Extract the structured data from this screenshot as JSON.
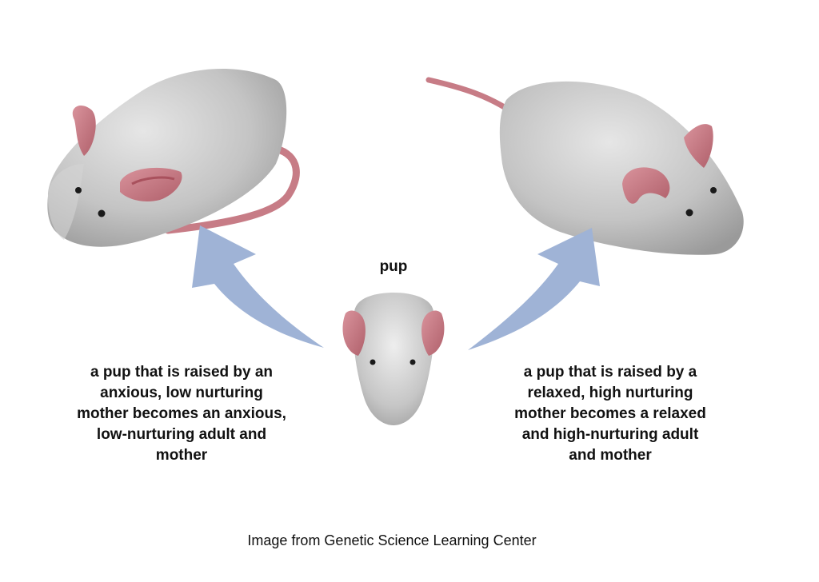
{
  "labels": {
    "pup": "pup",
    "left_caption": "a pup that is raised by an\nanxious, low nurturing\nmother becomes an anxious,\nlow-nurturing adult and\nmother",
    "right_caption": "a pup that is raised by a\nrelaxed, high nurturing\nmother becomes a relaxed\nand high-nurturing adult\nand mother",
    "source": "Image from Genetic Science Learning Center"
  },
  "colors": {
    "mouse_body": "#c9c9c9",
    "mouse_ear": "#c97a85",
    "arrow": "#9fb3d6",
    "eye": "#1a1a1a"
  },
  "icons": {
    "left_mouse": "adult-mouse-anxious",
    "right_mouse": "adult-mouse-relaxed",
    "pup": "mouse-pup",
    "left_arrow": "curved-arrow-up-left",
    "right_arrow": "curved-arrow-up-right"
  }
}
